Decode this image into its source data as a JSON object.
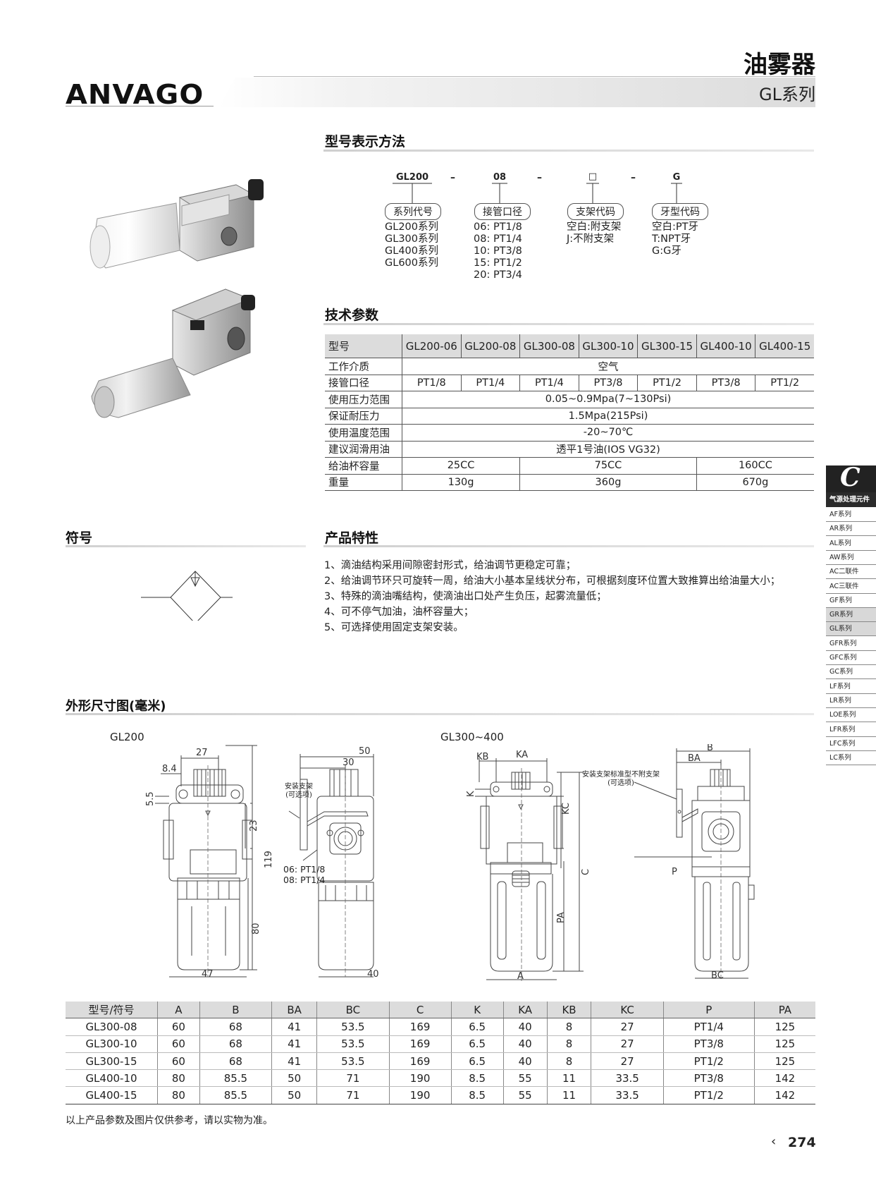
{
  "brand": "ANVAGO",
  "product_title": "油雾器",
  "series_title": "GL系列",
  "ordering": {
    "heading": "型号表示方法",
    "codes": [
      "GL200",
      "08",
      "□",
      "G"
    ],
    "dash": "–",
    "groups": [
      {
        "label": "系列代号",
        "options": "GL200系列\nGL300系列\nGL400系列\nGL600系列"
      },
      {
        "label": "接管口径",
        "options": "06: PT1/8\n08: PT1/4\n10: PT3/8\n15: PT1/2\n20: PT3/4"
      },
      {
        "label": "支架代码",
        "options": "空白:附支架\nJ:不附支架"
      },
      {
        "label": "牙型代码",
        "options": "空白:PT牙\nT:NPT牙\nG:G牙"
      }
    ]
  },
  "tech": {
    "heading": "技术参数",
    "header_label": "型号",
    "models": [
      "GL200-06",
      "GL200-08",
      "GL300-08",
      "GL300-10",
      "GL300-15",
      "GL400-10",
      "GL400-15"
    ],
    "rows": {
      "medium": {
        "label": "工作介质",
        "value": "空气"
      },
      "port": {
        "label": "接管口径",
        "values": [
          "PT1/8",
          "PT1/4",
          "PT1/4",
          "PT3/8",
          "PT1/2",
          "PT3/8",
          "PT1/2"
        ]
      },
      "pressure": {
        "label": "使用压力范围",
        "value": "0.05~0.9Mpa(7~130Psi)"
      },
      "proof": {
        "label": "保证耐压力",
        "value": "1.5Mpa(215Psi)"
      },
      "temp": {
        "label": "使用温度范围",
        "value": "-20~70℃"
      },
      "oil": {
        "label": "建议润滑用油",
        "value": "透平1号油(IOS VG32)"
      },
      "capacity": {
        "label": "给油杯容量",
        "values": [
          "25CC",
          "75CC",
          "160CC"
        ]
      },
      "weight": {
        "label": "重量",
        "values": [
          "130g",
          "360g",
          "670g"
        ]
      }
    }
  },
  "symbol": {
    "heading": "符号"
  },
  "features": {
    "heading": "产品特性",
    "items": [
      "1、滴油结构采用间隙密封形式，给油调节更稳定可靠；",
      "2、给油调节环只可旋转一周，给油大小基本呈线状分布，可根据刻度环位置大致推算出给油量大小；",
      "3、特殊的滴油嘴结构，使滴油出口处产生负压，起雾流量低；",
      "4、可不停气加油，油杯容量大；",
      "5、可选择使用固定支架安装。"
    ]
  },
  "dimensions": {
    "heading": "外形尺寸图(毫米)",
    "gl200_label": "GL200",
    "gl300_label": "GL300~400",
    "gl200_dims": {
      "d27": "27",
      "d8_4": "8.4",
      "d5_5": "5.5",
      "d23": "23",
      "d119": "119",
      "d80": "80",
      "d47": "47",
      "d50": "50",
      "d30": "30",
      "d40": "40"
    },
    "bracket_note": "安装支架\n(可选项)",
    "port_note": "06: PT1/8\n08: PT1/4",
    "gl300_note": "安装支架标准型不附支架\n(可选项)",
    "gl300_letters": {
      "KB": "KB",
      "KA": "KA",
      "K": "K",
      "KC": "KC",
      "C": "C",
      "PA": "PA",
      "A": "A",
      "B": "B",
      "BA": "BA",
      "BC": "BC",
      "P": "P"
    },
    "table": {
      "headers": [
        "型号/符号",
        "A",
        "B",
        "BA",
        "BC",
        "C",
        "K",
        "KA",
        "KB",
        "KC",
        "P",
        "PA"
      ],
      "rows": [
        [
          "GL300-08",
          "60",
          "68",
          "41",
          "53.5",
          "169",
          "6.5",
          "40",
          "8",
          "27",
          "PT1/4",
          "125"
        ],
        [
          "GL300-10",
          "60",
          "68",
          "41",
          "53.5",
          "169",
          "6.5",
          "40",
          "8",
          "27",
          "PT3/8",
          "125"
        ],
        [
          "GL300-15",
          "60",
          "68",
          "41",
          "53.5",
          "169",
          "6.5",
          "40",
          "8",
          "27",
          "PT1/2",
          "125"
        ],
        [
          "GL400-10",
          "80",
          "85.5",
          "50",
          "71",
          "190",
          "8.5",
          "55",
          "11",
          "33.5",
          "PT3/8",
          "142"
        ],
        [
          "GL400-15",
          "80",
          "85.5",
          "50",
          "71",
          "190",
          "8.5",
          "55",
          "11",
          "33.5",
          "PT1/2",
          "142"
        ]
      ]
    }
  },
  "footnote": "以上产品参数及图片仅供参考，请以实物为准。",
  "page": {
    "arrow": "‹",
    "number": "274"
  },
  "side": {
    "letter": "C",
    "category": "气源处理元件",
    "items": [
      "AF系列",
      "AR系列",
      "AL系列",
      "AW系列",
      "AC二联件",
      "AC三联件",
      "GF系列",
      "GR系列",
      "GL系列",
      "GFR系列",
      "GFC系列",
      "GC系列",
      "LF系列",
      "LR系列",
      "LOE系列",
      "LFR系列",
      "LFC系列",
      "LC系列"
    ],
    "active": [
      "GR系列",
      "GL系列"
    ]
  }
}
